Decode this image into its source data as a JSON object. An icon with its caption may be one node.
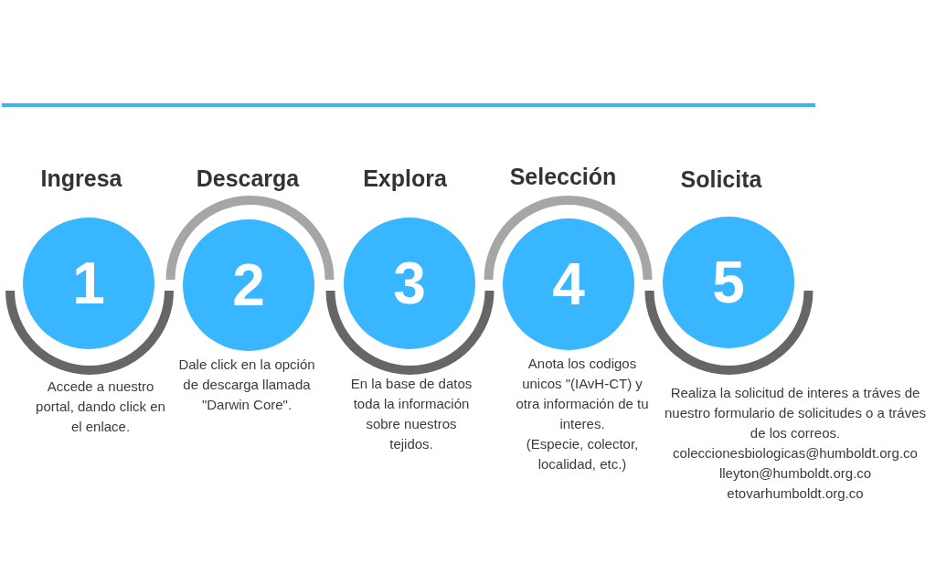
{
  "diagram": {
    "nodes": [
      {
        "text": [
          "Ingresa",
          "1"
        ],
        "beside": [
          "Accede a nuestro portal, dando click en el enlace."
        ]
      },
      {
        "text": [
          "Descarga",
          "2"
        ],
        "beside": [
          "Dale click en la opción de descarga llamada \"Darwin Core\"."
        ]
      },
      {
        "text": [
          "Explora",
          "3"
        ],
        "beside": [
          "En la base de datos toda la información sobre nuestros tejidos."
        ]
      },
      {
        "text": [
          "Selección",
          "4"
        ],
        "beside": [
          "Anota los codigos unicos \"(IAvH-CT) y otra información de tu interes.",
          "(Especie, colector, localidad, etc.)"
        ]
      },
      {
        "text": [
          "Solicita",
          "5"
        ],
        "beside": [
          "Realiza la solicitud de interes a tráves de nuestro formulario de solicitudes o a tráves de los correos.",
          "coleccionesbiologicas@humboldt.org.co",
          "lleyton@humboldt.org.co",
          "etovarhumboldt.org.co"
        ]
      }
    ]
  }
}
